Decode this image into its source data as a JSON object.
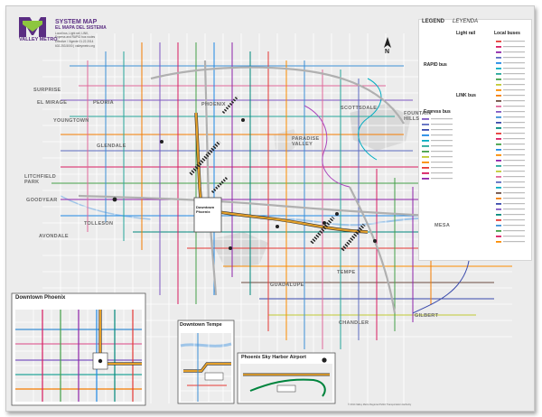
{
  "brand": {
    "logo_name": "valley-metro-logo",
    "logo_word": "VALLEY METRO",
    "title": "SYSTEM MAP",
    "subtitle": "EL MAPA DEL SISTEMA",
    "line1": "Local bus, Light rail, LINK,",
    "line2": "Express and RAPID bus routes",
    "line3": "Effective / Vigente 01.22.2014",
    "line4": "602.253.5000 | valleymetro.org",
    "purple": "#5a2d82",
    "green": "#8dc63f"
  },
  "legend": {
    "title": "LEGEND",
    "title_es": "LEYENDA",
    "light_rail": "Light rail",
    "rapid_bus": "RAPID bus",
    "link_bus": "LINK bus",
    "express_bus": "Express bus",
    "local_buses": "Local buses",
    "light_rail_color": "#e4a02a",
    "rapid_color": "#c8102e",
    "link_color": "#00843d"
  },
  "compass": {
    "label": "N"
  },
  "cities": {
    "surprise": "SURPRISE",
    "el_mirage": "EL MIRAGE",
    "youngtown": "YOUNGTOWN",
    "peoria": "PEORIA",
    "phoenix": "PHOENIX",
    "scottsdale": "SCOTTSDALE",
    "fountain_hills": "FOUNTAIN HILLS",
    "paradise_valley": "PARADISE VALLEY",
    "glendale": "GLENDALE",
    "litchfield_park": "LITCHFIELD PARK",
    "goodyear": "GOODYEAR",
    "tolleson": "TOLLESON",
    "avondale": "AVONDALE",
    "mesa": "MESA",
    "tempe": "TEMPE",
    "guadalupe": "GUADALUPE",
    "chandler": "CHANDLER",
    "gilbert": "GILBERT"
  },
  "insets": {
    "downtown_phoenix": "Downtown Phoenix",
    "downtown_tempe": "Downtown Tempe",
    "sky_harbor": "Phoenix Sky Harbor Airport"
  },
  "map_labels": {
    "downtown_phoenix_box": "Downtown Phoenix"
  },
  "footer": {
    "note": "© 2014 Valley Metro Regional Public Transportation Authority"
  }
}
